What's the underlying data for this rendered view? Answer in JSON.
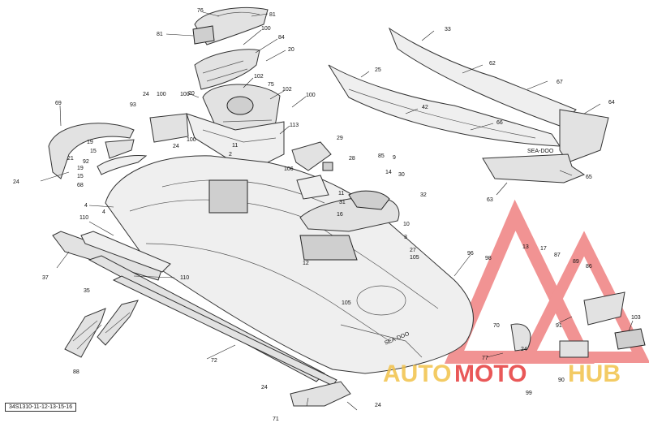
{
  "diagram_id": "34S1310-11-12-13-15-16",
  "watermark": {
    "part1": "AUTO",
    "part2": "MOTO",
    "part3": "HUB"
  },
  "brand_mark": "SEA-DOO",
  "callouts": {
    "c1": "76",
    "c2": "81",
    "c3": "81",
    "c4": "100",
    "c5": "84",
    "c6": "20",
    "c7": "102",
    "c8": "75",
    "c9": "102",
    "c10": "100",
    "c11": "20",
    "c12": "100",
    "c13": "113",
    "c14": "24",
    "c15": "93",
    "c16": "100",
    "c17": "69",
    "c18": "24",
    "c19": "100",
    "c20": "2",
    "c21": "11",
    "c22": "15",
    "c23": "19",
    "c24": "21",
    "c25": "92",
    "c26": "19",
    "c27": "15",
    "c28": "68",
    "c29": "24",
    "c30": "4",
    "c31": "4",
    "c32": "29",
    "c33": "28",
    "c34": "106",
    "c35": "85",
    "c36": "9",
    "c37": "14",
    "c38": "30",
    "c39": "31",
    "c40": "11",
    "c41": "16",
    "c42": "32",
    "c43": "10",
    "c44": "3",
    "c45": "27",
    "c46": "105",
    "c47": "12",
    "c48": "105",
    "c49": "110",
    "c50": "37",
    "c51": "110",
    "c52": "35",
    "c53": "88",
    "c54": "72",
    "c55": "24",
    "c56": "71",
    "c57": "24",
    "c58": "33",
    "c59": "62",
    "c60": "67",
    "c61": "25",
    "c62": "42",
    "c63": "64",
    "c64": "66",
    "c65": "65",
    "c66": "63",
    "c67": "96",
    "c68": "98",
    "c69": "13",
    "c70": "17",
    "c71": "87",
    "c72": "89",
    "c73": "86",
    "c74": "70",
    "c75": "91",
    "c76": "103",
    "c77": "77",
    "c78": "24",
    "c79": "99",
    "c80": "90"
  }
}
